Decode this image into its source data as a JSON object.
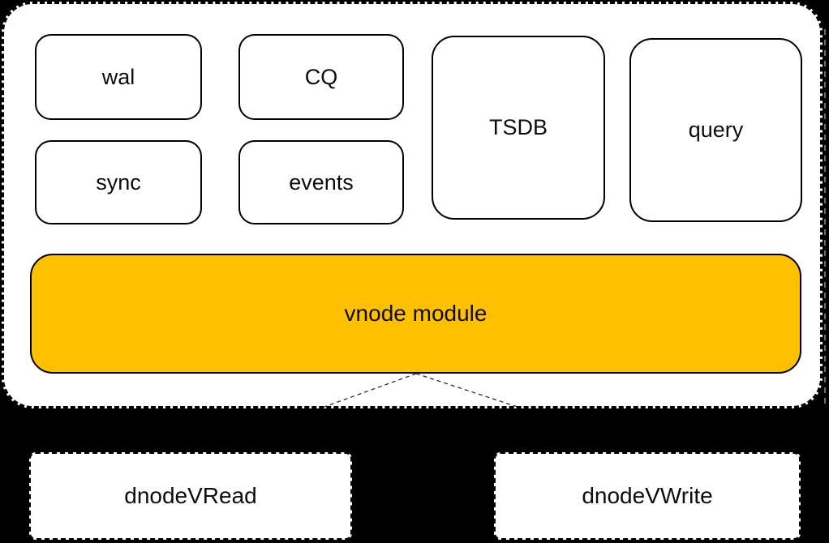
{
  "modules": {
    "wal": "wal",
    "cq": "CQ",
    "sync": "sync",
    "events": "events",
    "tsdb": "TSDB",
    "query": "query"
  },
  "vnode": {
    "label": "vnode module",
    "fill": "#ffc000"
  },
  "dnode": {
    "read": "dnodeVRead",
    "write": "dnodeVWrite"
  },
  "colors": {
    "page_background": "#000000",
    "container_fill": "#ffffff",
    "box_border": "#000000",
    "text": "#0d0d0d",
    "connector_line": "#2f2f2f",
    "edge_guide": "#8f8f8f"
  }
}
